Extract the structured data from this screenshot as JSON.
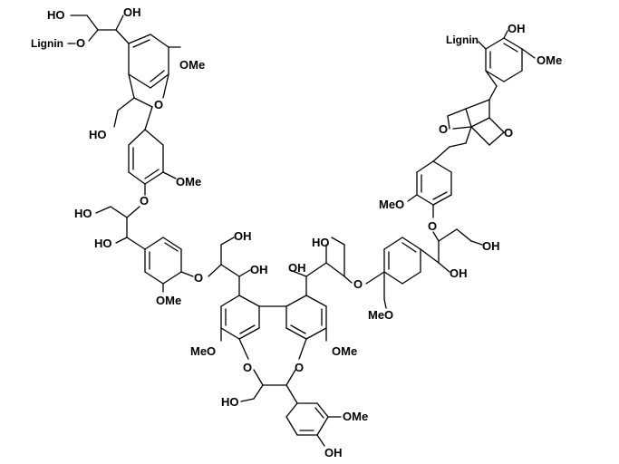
{
  "diagram": {
    "labels": {
      "u1_ho": "HO",
      "u1_oh": "OH",
      "u1_lignin": "Lignin",
      "u1_o": "O",
      "u1_ome": "OMe",
      "u1_ring_o": "O",
      "u1_ho2": "HO",
      "u2_ome": "OMe",
      "link1_o": "O",
      "u3_ho": "HO",
      "u3_ho2": "HO",
      "u3_oh": "OH",
      "u3_oh2": "OH",
      "u3_o": "O",
      "u3_ome": "OMe",
      "dbdo_ome_left": "MeO",
      "dbdo_o_left": "O",
      "dbdo_o_right": "O",
      "dbdo_ome_right": "OMe",
      "dbdo_ho": "HO",
      "bottom_ome": "OMe",
      "bottom_oh": "OH",
      "r_ho": "HO",
      "r_oh": "OH",
      "r_o": "O",
      "r_meo": "MeO",
      "r2_o": "O",
      "r2_oh": "OH",
      "r2_oh2": "OH",
      "r2_meo": "MeO",
      "res_o1": "O",
      "res_o2": "O",
      "top_lignin": "Lignin",
      "top_oh": "OH",
      "top_ome": "OMe"
    }
  }
}
